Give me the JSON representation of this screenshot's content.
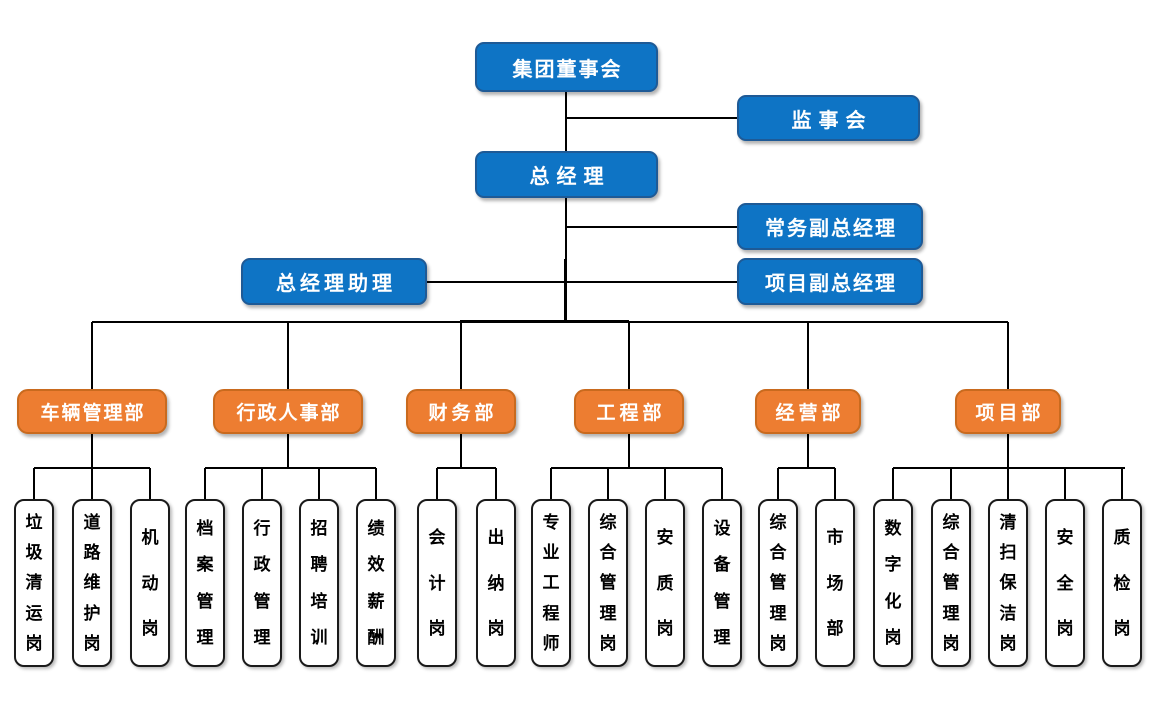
{
  "colors": {
    "node_blue": "#0E74C5",
    "node_blue_border": "#1E5A96",
    "node_orange": "#ED7D31",
    "node_orange_border": "#C96A1E",
    "line": "#000000",
    "position_box_bg": "#FFFFFF",
    "position_box_border": "#1A1A1A",
    "node_text": "#FFFFFF",
    "position_text": "#000000"
  },
  "nodes": {
    "board": "集团董事会",
    "supervisory": "监事会",
    "general_manager": "总经理",
    "executive_deputy_gm": "常务副总经理",
    "gm_assistant": "总经理助理",
    "project_deputy_gm": "项目副总经理"
  },
  "departments": [
    {
      "label": "车辆管理部",
      "positions": [
        "垃圾清运岗",
        "道路维护岗",
        "机动岗"
      ]
    },
    {
      "label": "行政人事部",
      "positions": [
        "档案管理",
        "行政管理",
        "招聘培训",
        "绩效薪酬"
      ]
    },
    {
      "label": "财务部",
      "positions": [
        "会计岗",
        "出纳岗"
      ]
    },
    {
      "label": "工程部",
      "positions": [
        "专业工程师",
        "综合管理岗",
        "安质岗",
        "设备管理"
      ]
    },
    {
      "label": "经营部",
      "positions": [
        "综合管理岗",
        "市场部"
      ]
    },
    {
      "label": "项目部",
      "positions": [
        "数字化岗",
        "综合管理岗",
        "清扫保洁岗",
        "安全岗",
        "质检岗"
      ]
    }
  ]
}
